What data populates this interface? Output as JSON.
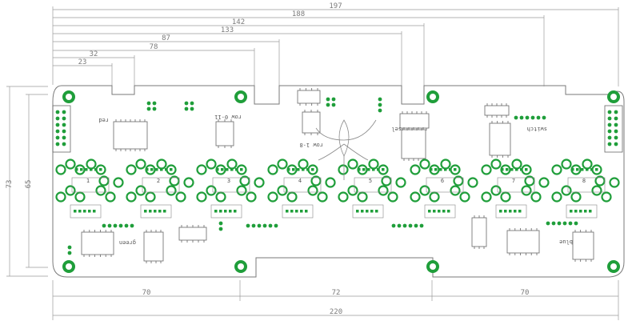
{
  "dimensions": {
    "top": [
      "197",
      "188",
      "142",
      "133",
      "87",
      "78",
      "32",
      "23"
    ],
    "left": [
      "73",
      "65"
    ],
    "bottom_segments": [
      "70",
      "72",
      "70"
    ],
    "bottom_total": "220"
  },
  "led_group_labels": [
    "1",
    "2",
    "3",
    "4",
    "5",
    "6",
    "7",
    "8"
  ],
  "silkscreen": {
    "red": "red",
    "green": "green",
    "blue": "blue",
    "switch": "switch",
    "row_0_11": "row 0-11",
    "row_1_8": "row 1-8",
    "sel": "sel"
  },
  "colors": {
    "board_outline": "#7a7a7a",
    "pad_green": "#1f9e3a",
    "silk": "#8a8a8a"
  }
}
